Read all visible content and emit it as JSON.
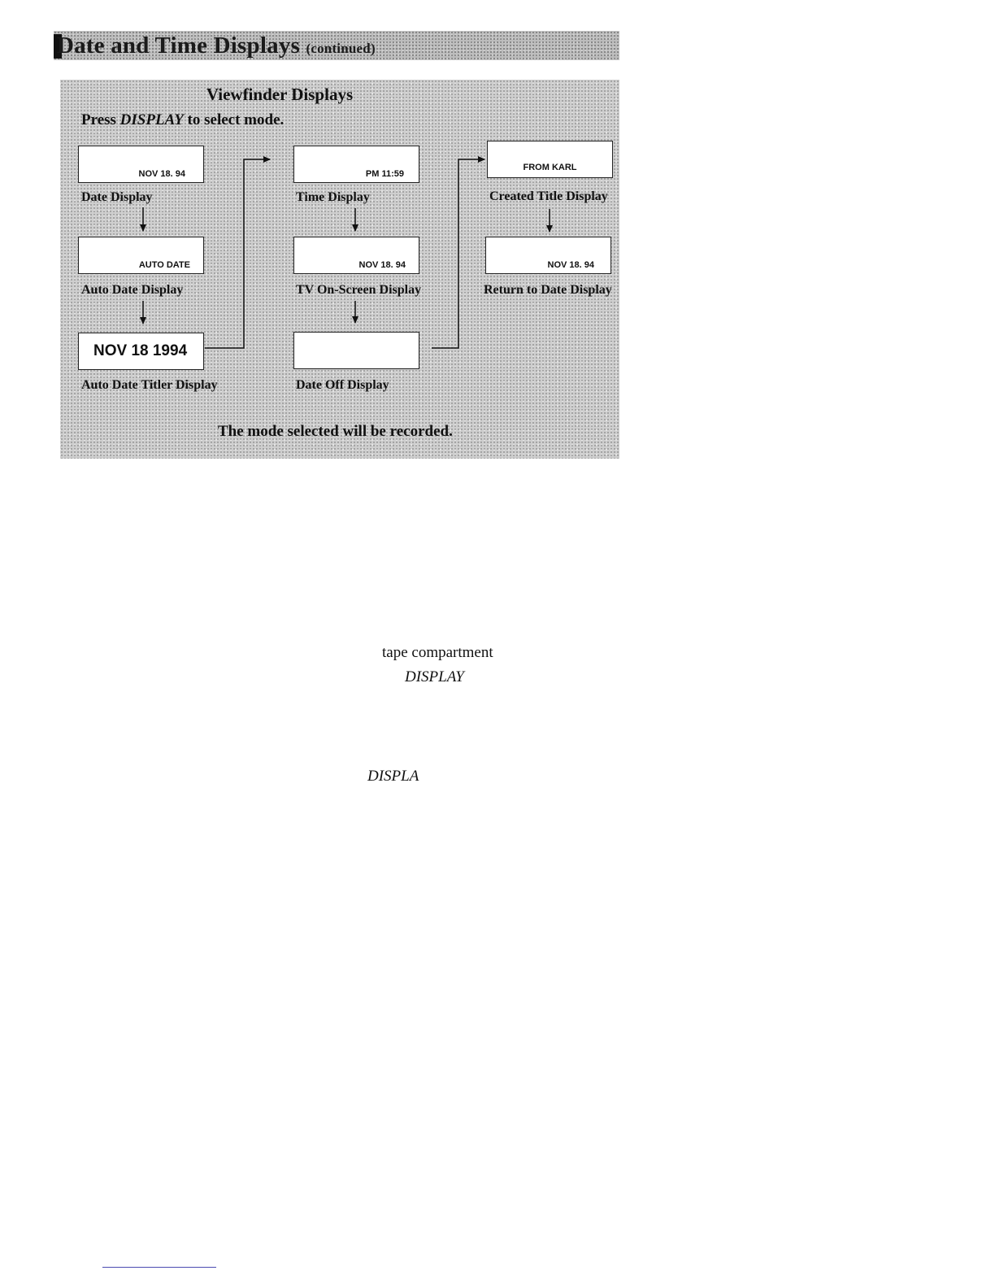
{
  "header": {
    "title": "Date and Time Displays",
    "subtitle": "(continued)"
  },
  "panel": {
    "title": "Viewfinder Displays",
    "instruction_prefix": "Press",
    "instruction_key": "DISPLAY",
    "instruction_suffix": "to select mode.",
    "footer": "The mode selected will be recorded."
  },
  "displays": {
    "date": {
      "screen": "NOV 18. 94",
      "label": "Date  Display"
    },
    "auto_date": {
      "screen": "AUTO DATE",
      "label": "Auto Date Display"
    },
    "auto_date_titler": {
      "screen": "NOV 18 1994",
      "label": "Auto Date Titler Display"
    },
    "time": {
      "screen": "PM 11:59",
      "label": "Time Display"
    },
    "tv_on_screen": {
      "screen": "NOV 18. 94",
      "label": "TV On-Screen Display"
    },
    "date_off": {
      "screen": "",
      "label": "Date Off Display"
    },
    "created_title": {
      "screen": "FROM KARL",
      "label": "Created Title Display"
    },
    "return_to_date": {
      "screen": "NOV 18. 94",
      "label": "Return to Date Display"
    }
  },
  "loose_text": {
    "line1": "tape compartment",
    "line2": "DISPLAY",
    "line3": "DISPLA"
  },
  "colors": {
    "background": "#ffffff",
    "panel": "#cfcfcf",
    "header": "#bdbdbd",
    "text": "#111111"
  }
}
